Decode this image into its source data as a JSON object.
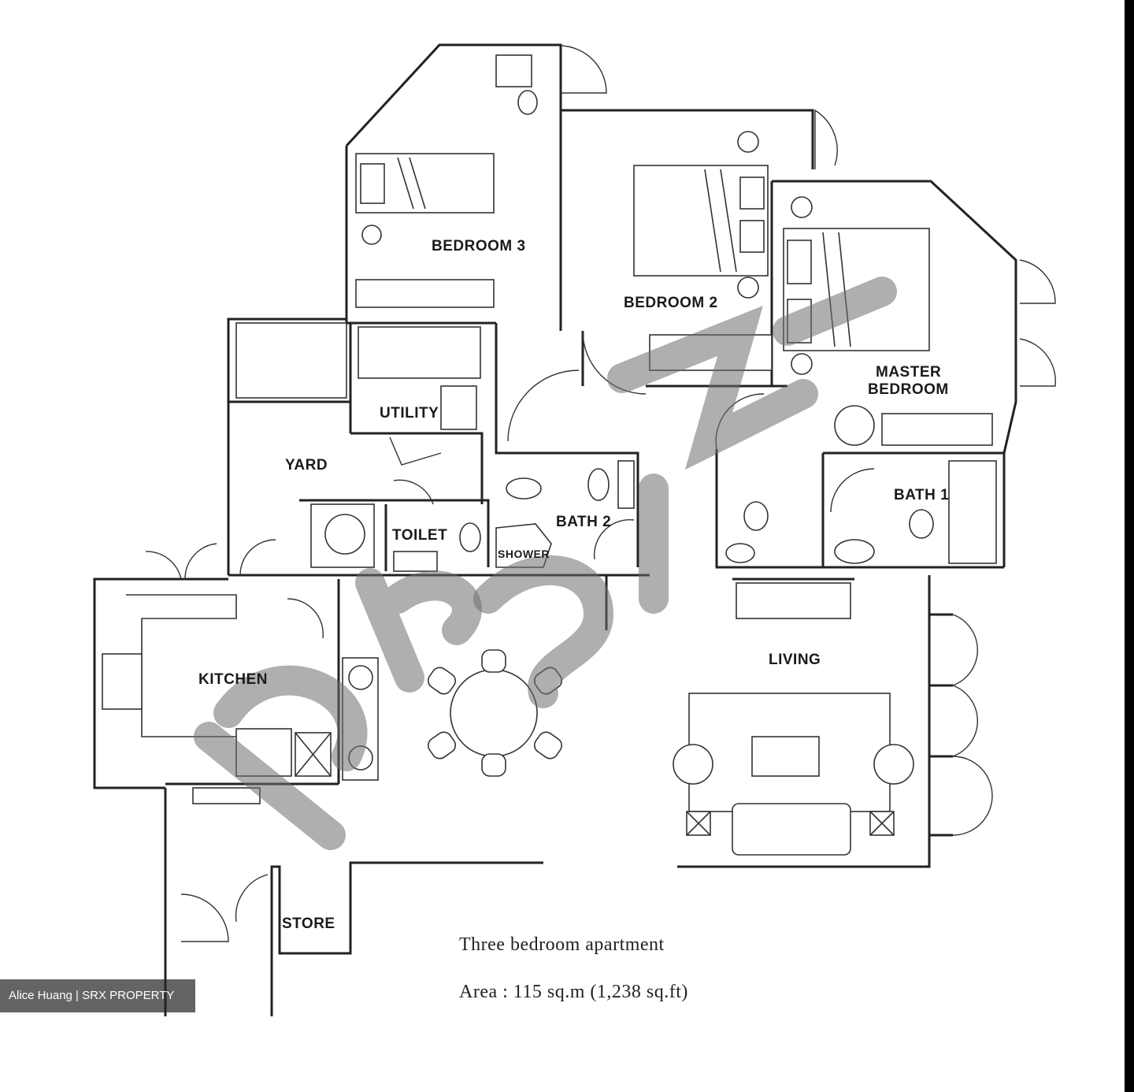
{
  "rooms": {
    "bedroom3": "BEDROOM 3",
    "bedroom2": "BEDROOM 2",
    "master": [
      "MASTER",
      "BEDROOM"
    ],
    "utility": "UTILITY",
    "yard": "YARD",
    "toilet": "TOILET",
    "bath2": "BATH 2",
    "shower": "SHOWER",
    "bath1": "BATH 1",
    "kitchen": "KITCHEN",
    "living": "LIVING",
    "store": "STORE"
  },
  "caption": {
    "title": "Three bedroom apartment",
    "area": "Area :  115 sq.m (1,238 sq.ft)"
  },
  "watermark": {
    "credit": "Alice Huang | SRX PROPERTY"
  },
  "colors": {
    "page_bg": "#ffffff",
    "frame_bg": "#000000",
    "line": "#222222",
    "overlay_watermark": "#6e6e6e"
  }
}
